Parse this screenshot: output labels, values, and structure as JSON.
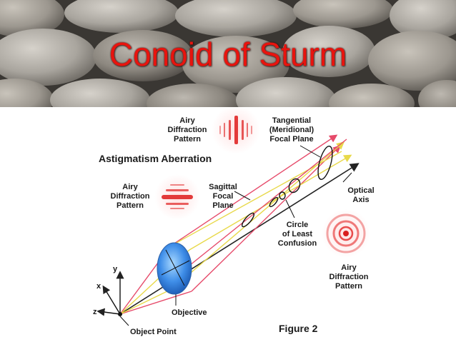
{
  "slide": {
    "title": "Conoid of Sturm"
  },
  "diagram": {
    "heading": "Astigmatism Aberration",
    "figure_label": "Figure 2",
    "labels": {
      "airy_top": [
        "Airy",
        "Diffraction",
        "Pattern"
      ],
      "airy_left": [
        "Airy",
        "Diffraction",
        "Pattern"
      ],
      "airy_right": [
        "Airy",
        "Diffraction",
        "Pattern"
      ],
      "tangential": [
        "Tangential",
        "(Meridional)",
        "Focal Plane"
      ],
      "sagittal": [
        "Sagittal",
        "Focal",
        "Plane"
      ],
      "optical_axis": [
        "Optical",
        "Axis"
      ],
      "circle_least": [
        "Circle",
        "of Least",
        "Confusion"
      ],
      "objective": "Objective",
      "object_point": "Object Point",
      "axis_x": "x",
      "axis_y": "y",
      "axis_z": "z"
    }
  }
}
